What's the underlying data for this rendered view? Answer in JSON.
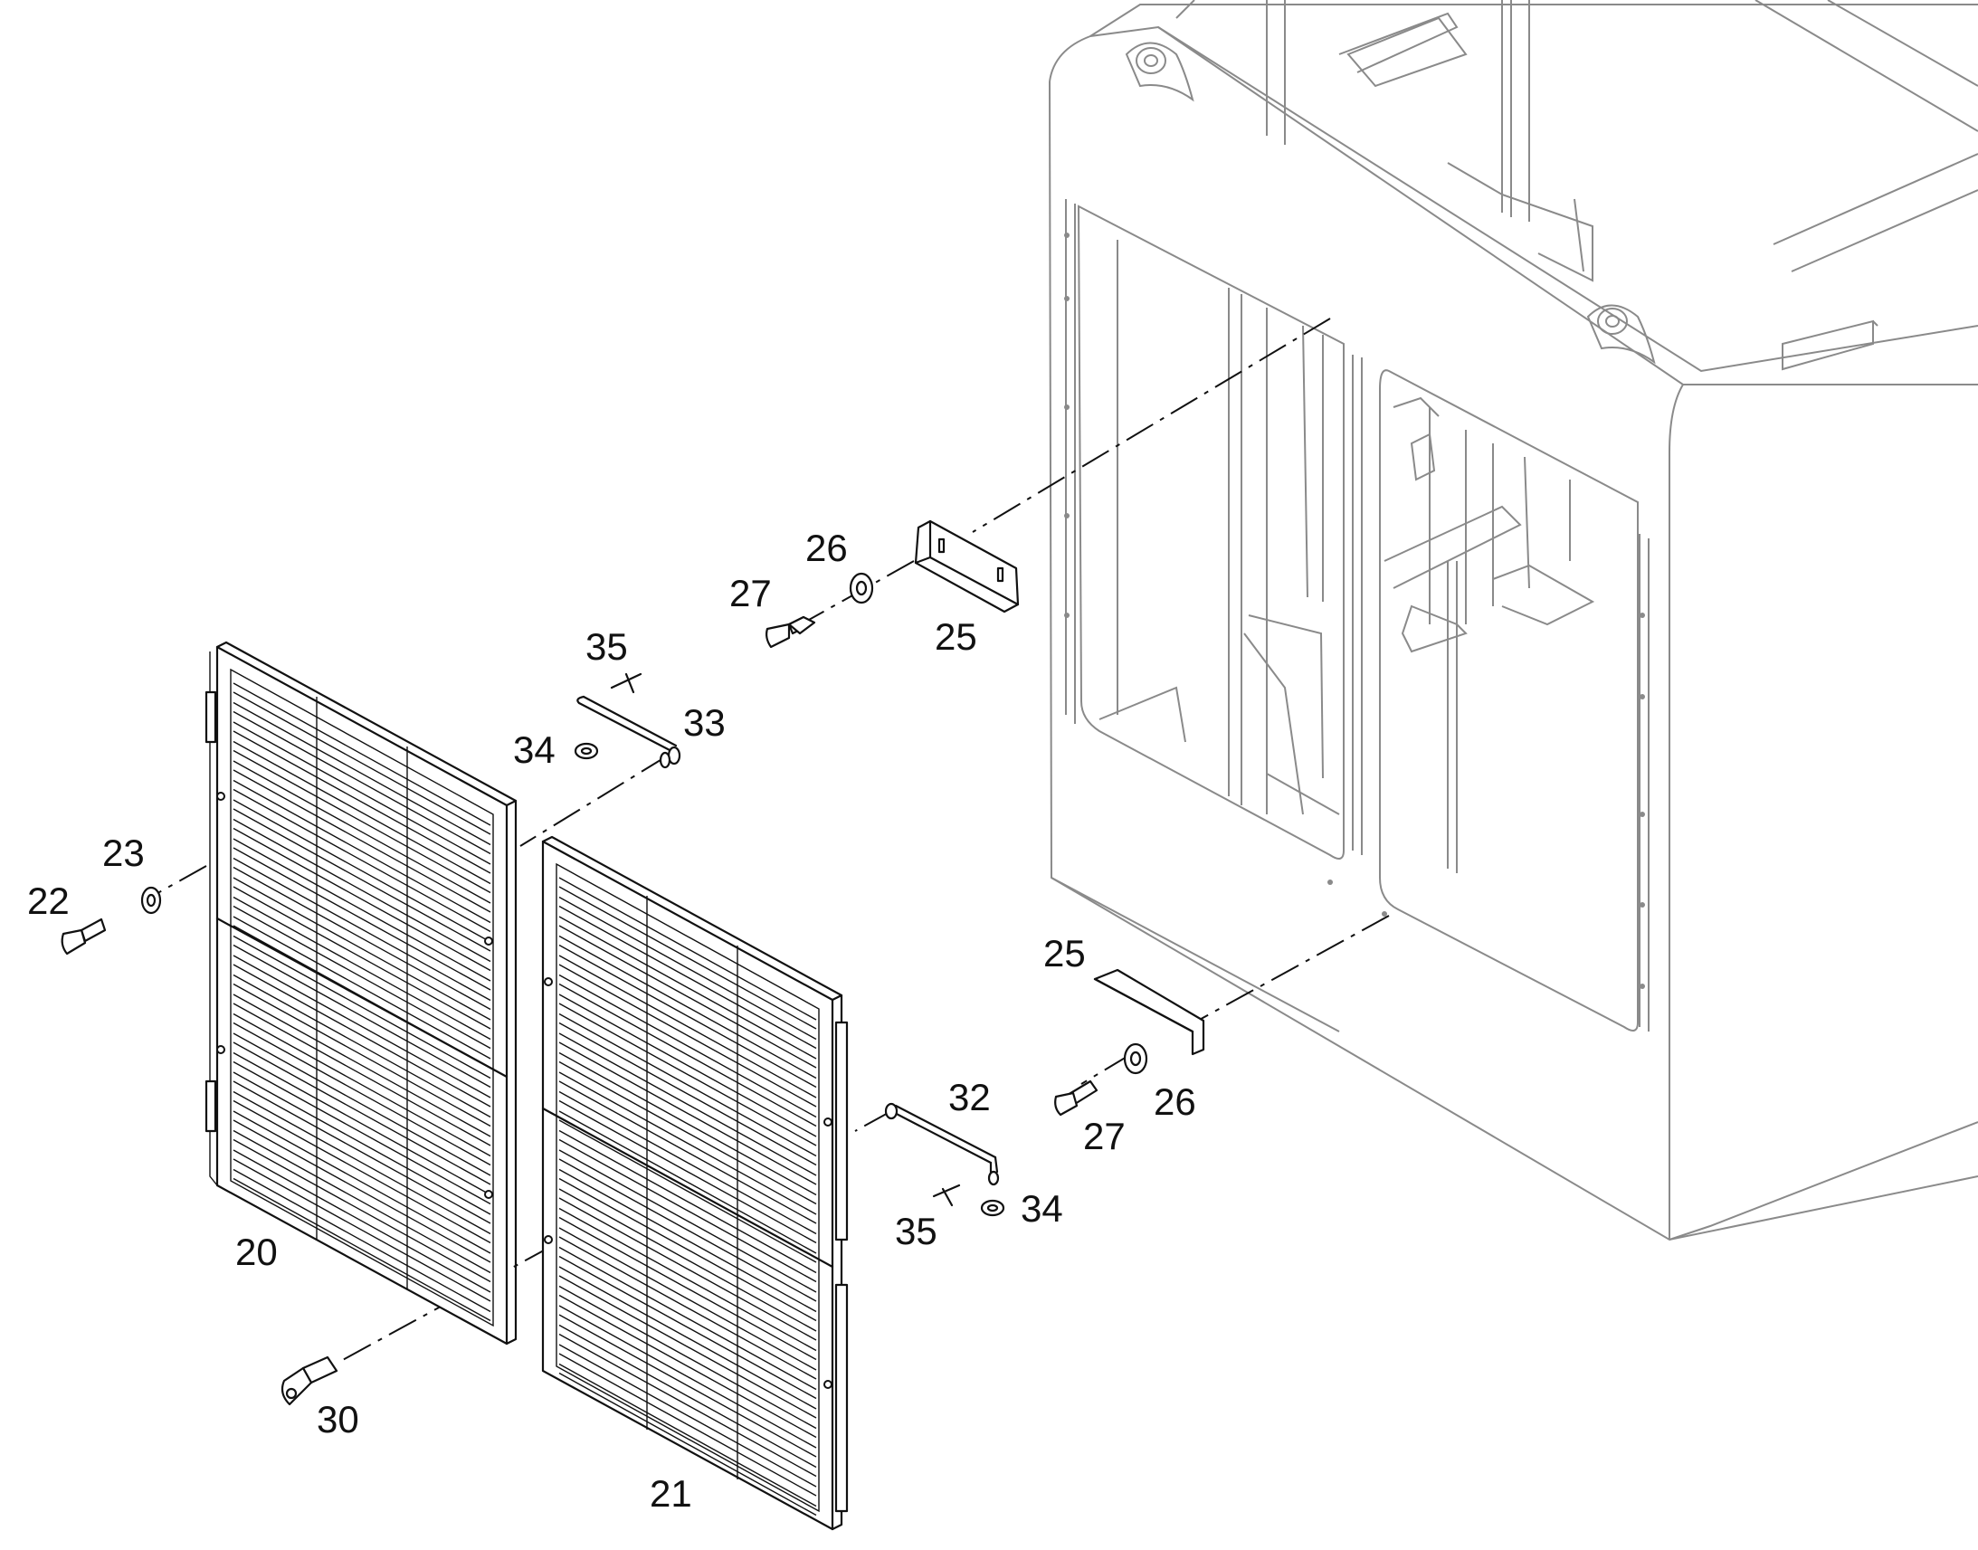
{
  "callouts": {
    "c20": "20",
    "c21": "21",
    "c22": "22",
    "c23": "23",
    "c25a": "25",
    "c25b": "25",
    "c26a": "26",
    "c26b": "26",
    "c27a": "27",
    "c27b": "27",
    "c30": "30",
    "c32": "32",
    "c33": "33",
    "c34a": "34",
    "c34b": "34",
    "c35a": "35",
    "c35b": "35"
  },
  "colors": {
    "line": "#111111",
    "background": "#ffffff",
    "frame_gray": "#8a8a8a"
  }
}
